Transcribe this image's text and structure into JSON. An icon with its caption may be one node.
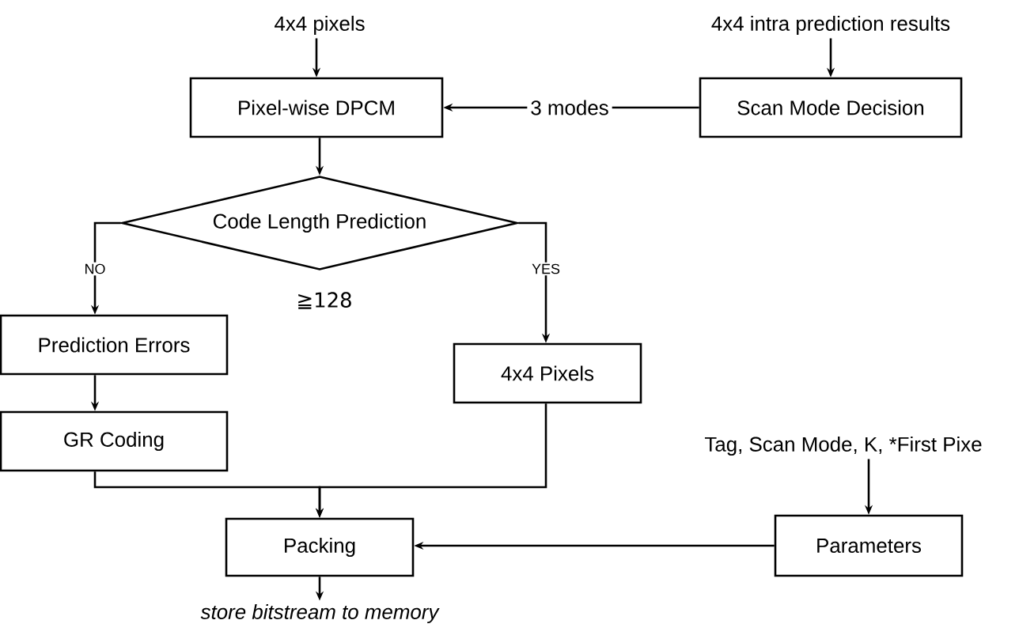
{
  "diagram": {
    "nodes": [
      {
        "text": [
          "4x4 pixels"
        ]
      },
      {
        "text": [
          "4x4 intra prediction results"
        ]
      },
      {
        "text": [
          "Pixel-wise DPCM"
        ]
      },
      {
        "text": [
          "Scan Mode Decision"
        ]
      },
      {
        "text": [
          "Code Length Prediction"
        ]
      },
      {
        "text": [
          "Prediction Errors"
        ]
      },
      {
        "text": [
          "4x4 Pixels"
        ]
      },
      {
        "text": [
          "GR Coding"
        ]
      },
      {
        "text": [
          "Tag, Scan Mode, K, *First Pixe"
        ]
      },
      {
        "text": [
          "Packing"
        ]
      },
      {
        "text": [
          "Parameters"
        ]
      },
      {
        "text": [
          "store bitstream to memory"
        ]
      }
    ],
    "edges": [
      {
        "from": 0,
        "to": 2,
        "arrow": "to"
      },
      {
        "from": 1,
        "to": 3,
        "arrow": "to"
      },
      {
        "from": 3,
        "to": 2,
        "arrow": "to",
        "label": "3 modes"
      },
      {
        "from": 2,
        "to": 4,
        "arrow": "to"
      },
      {
        "from": 4,
        "to": 5,
        "arrow": "to",
        "label": "NO"
      },
      {
        "from": 4,
        "to": 6,
        "arrow": "to",
        "label": "YES"
      },
      {
        "from": 5,
        "to": 7,
        "arrow": "to"
      },
      {
        "from": 7,
        "to": 9,
        "arrow": "to"
      },
      {
        "from": 6,
        "to": 9,
        "arrow": "to"
      },
      {
        "from": 8,
        "to": 10,
        "arrow": "to"
      },
      {
        "from": 10,
        "to": 9,
        "arrow": "to"
      },
      {
        "from": 9,
        "to": 11,
        "arrow": "to"
      }
    ],
    "labels": [
      "≧128"
    ]
  }
}
